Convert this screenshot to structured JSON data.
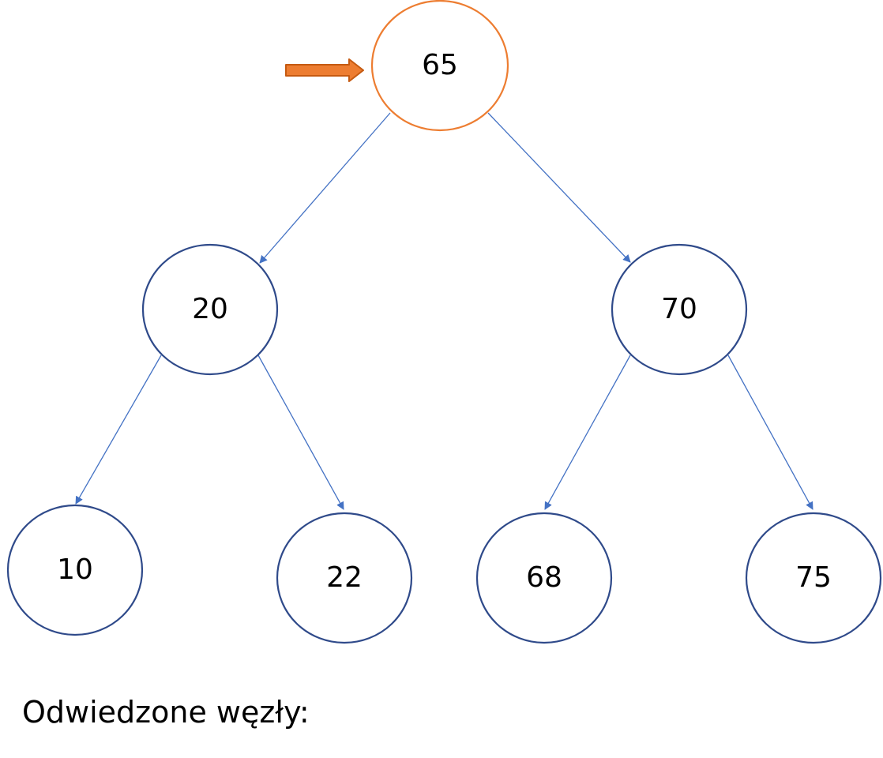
{
  "diagram": {
    "type": "binary-search-tree",
    "nodes": [
      {
        "id": "n65",
        "label": "65",
        "highlighted": true
      },
      {
        "id": "n20",
        "label": "20",
        "highlighted": false
      },
      {
        "id": "n70",
        "label": "70",
        "highlighted": false
      },
      {
        "id": "n10",
        "label": "10",
        "highlighted": false
      },
      {
        "id": "n22",
        "label": "22",
        "highlighted": false
      },
      {
        "id": "n68",
        "label": "68",
        "highlighted": false
      },
      {
        "id": "n75",
        "label": "75",
        "highlighted": false
      }
    ],
    "edges": [
      {
        "from": "n65",
        "to": "n20"
      },
      {
        "from": "n65",
        "to": "n70"
      },
      {
        "from": "n20",
        "to": "n10"
      },
      {
        "from": "n20",
        "to": "n22"
      },
      {
        "from": "n70",
        "to": "n68"
      },
      {
        "from": "n70",
        "to": "n75"
      }
    ],
    "pointer_target": "n65"
  },
  "footer": {
    "visited_label": "Odwiedzone węzły:"
  },
  "colors": {
    "node_stroke": "#2f4a8a",
    "highlight_stroke": "#ed7d31",
    "edge": "#4472c4",
    "pointer_fill": "#ed7d31",
    "pointer_stroke": "#c55a11",
    "text": "#000000"
  }
}
